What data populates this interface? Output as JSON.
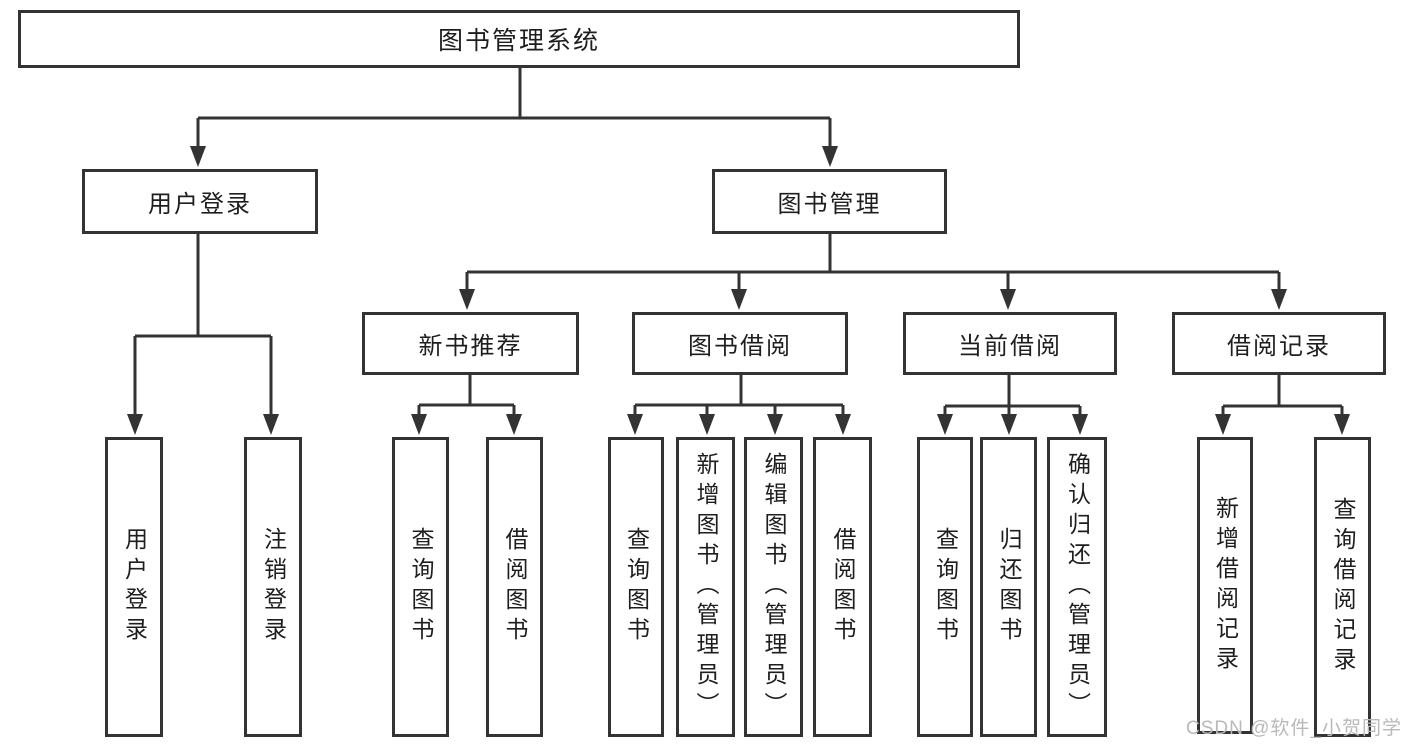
{
  "diagram": {
    "root": "图书管理系统",
    "level1": [
      "用户登录",
      "图书管理"
    ],
    "user_login_children": [
      "用户登录",
      "注销登录"
    ],
    "level2": [
      "新书推荐",
      "图书借阅",
      "当前借阅",
      "借阅记录"
    ],
    "new_book_children": [
      "查询图书",
      "借阅图书"
    ],
    "book_borrow_children": [
      "查询图书",
      "新增图书（管理员）",
      "编辑图书（管理员）",
      "借阅图书"
    ],
    "current_borrow_children": [
      "查询图书",
      "归还图书",
      "确认归还（管理员）"
    ],
    "borrow_record_children": [
      "新增借阅记录",
      "查询借阅记录"
    ]
  },
  "watermark": "CSDN @软件_小贺同学",
  "colors": {
    "line": "#333333",
    "text": "#1e1e1e",
    "watermark": "#b9b9b9",
    "background": "#ffffff"
  }
}
